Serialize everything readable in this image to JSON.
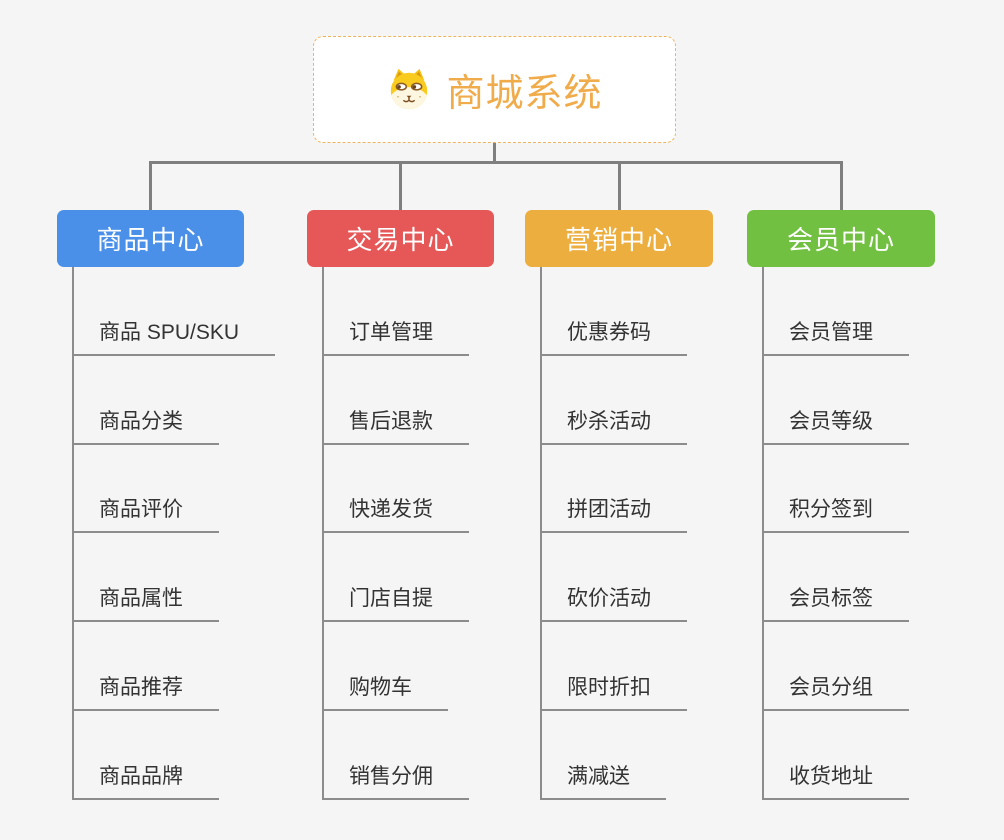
{
  "root": {
    "title": "商城系统",
    "icon": "dog-face-icon",
    "title_color": "#f0ab4a",
    "border_color": "#f0b35c"
  },
  "branches": [
    {
      "label": "商品中心",
      "color": "#4a90e8",
      "children": [
        "商品 SPU/SKU",
        "商品分类",
        "商品评价",
        "商品属性",
        "商品推荐",
        "商品品牌"
      ]
    },
    {
      "label": "交易中心",
      "color": "#e65757",
      "children": [
        "订单管理",
        "售后退款",
        "快递发货",
        "门店自提",
        "购物车",
        "销售分佣"
      ]
    },
    {
      "label": "营销中心",
      "color": "#ecae3e",
      "children": [
        "优惠券码",
        "秒杀活动",
        "拼团活动",
        "砍价活动",
        "限时折扣",
        "满减送"
      ]
    },
    {
      "label": "会员中心",
      "color": "#72c041",
      "children": [
        "会员管理",
        "会员等级",
        "积分签到",
        "会员标签",
        "会员分组",
        "收货地址"
      ]
    }
  ],
  "colors": {
    "background": "#f5f5f5",
    "connector": "#7f7f7f",
    "leaf_connector": "#8c8c8c",
    "leaf_text": "#333333"
  }
}
